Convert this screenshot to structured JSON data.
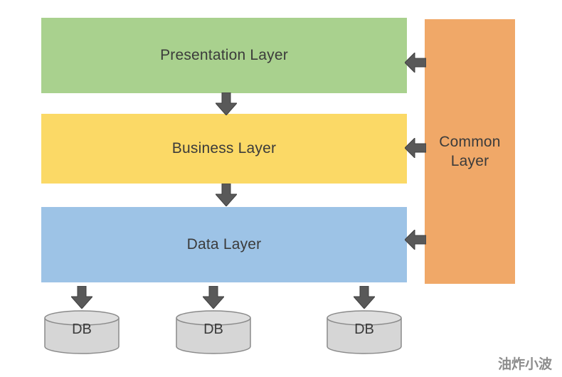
{
  "diagram": {
    "layers": [
      {
        "id": "presentation",
        "label": "Presentation Layer",
        "color": "#a9d18e"
      },
      {
        "id": "business",
        "label": "Business Layer",
        "color": "#fbd966"
      },
      {
        "id": "data",
        "label": "Data Layer",
        "color": "#9dc3e6"
      }
    ],
    "common_layer": {
      "label": "Common Layer",
      "color": "#f0a868"
    },
    "databases": [
      {
        "label": "DB"
      },
      {
        "label": "DB"
      },
      {
        "label": "DB"
      }
    ],
    "arrow_color": "#595959",
    "db_fill": "#d6d6d6",
    "db_stroke": "#8a8a8a",
    "watermark": "油炸小波"
  }
}
